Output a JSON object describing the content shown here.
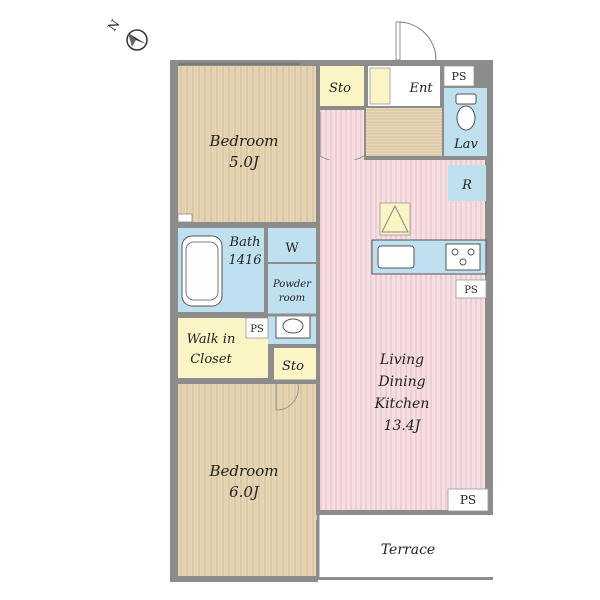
{
  "compass": {
    "north_label": "N"
  },
  "rooms": {
    "bedroom_top": {
      "name": "Bedroom",
      "size": "5.0J"
    },
    "bedroom_bottom": {
      "name": "Bedroom",
      "size": "6.0J"
    },
    "bath": {
      "name": "Bath",
      "size": "1416"
    },
    "w": {
      "name": "W"
    },
    "powder": {
      "line1": "Powder",
      "line2": "room"
    },
    "walkin": {
      "line1": "Walk in",
      "line2": "Closet"
    },
    "sto_top": {
      "name": "Sto"
    },
    "sto_mid": {
      "name": "Sto"
    },
    "ent": {
      "name": "Ent"
    },
    "lav": {
      "name": "Lav"
    },
    "r": {
      "name": "R"
    },
    "ldk": {
      "line1": "Living",
      "line2": "Dining",
      "line3": "Kitchen",
      "line4": "13.4J"
    },
    "terrace": {
      "name": "Terrace"
    },
    "ps_labels": [
      "PS",
      "PS",
      "PS",
      "PS"
    ]
  },
  "colors": {
    "wood": "#e6d6b6",
    "wood_stripe": "#d1bc93",
    "ldk": "#f5dfe3",
    "ldk_stripe": "#e6b9c0",
    "wet": "#bfe0ee",
    "closet": "#fbf4c4",
    "wall": "#8c8c8c",
    "hall_floor": "#e8d8b8"
  }
}
